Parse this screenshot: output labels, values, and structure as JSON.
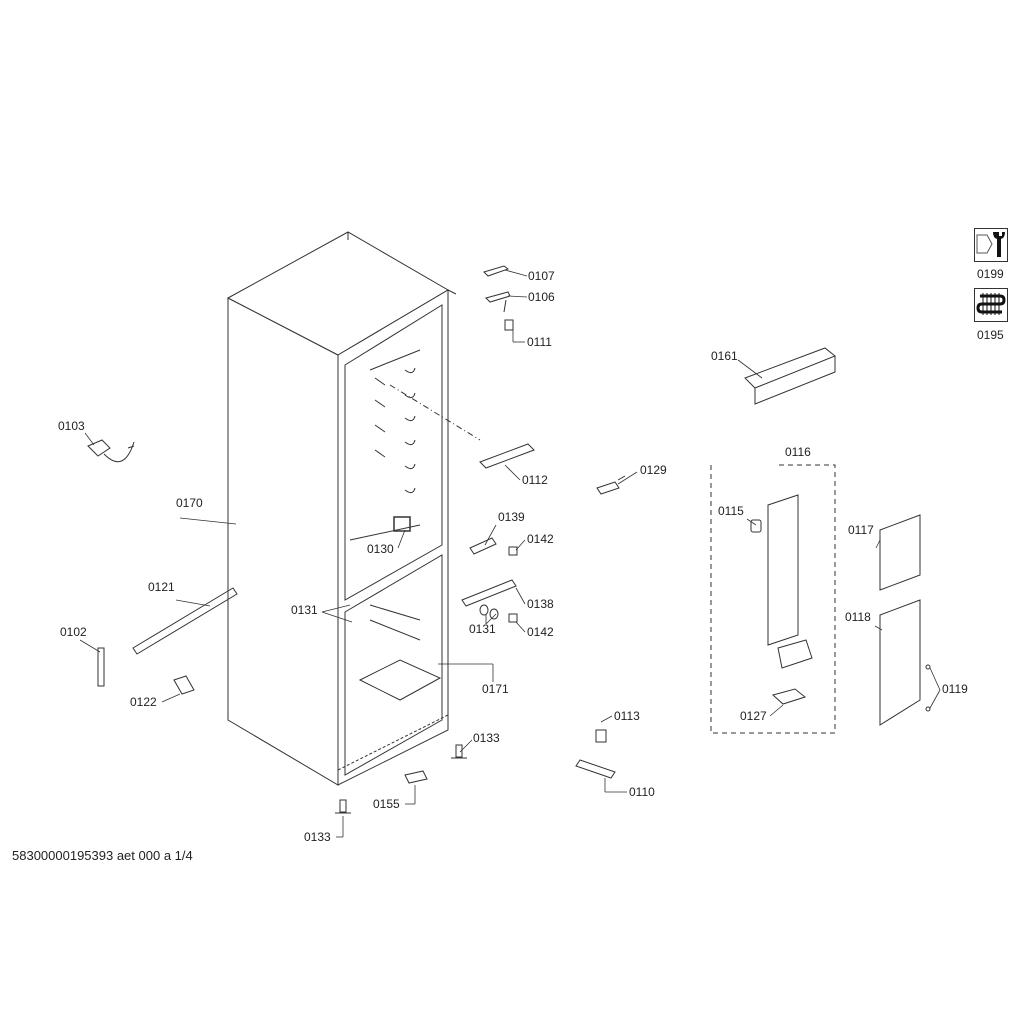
{
  "footer": "58300000195393 aet 000 a 1/4",
  "icons": [
    {
      "name": "tools-icon",
      "label": "0199"
    },
    {
      "name": "heater-coil-icon",
      "label": "0195"
    }
  ],
  "parts": [
    "0107",
    "0106",
    "0111",
    "0161",
    "0103",
    "0112",
    "0129",
    "0116",
    "0170",
    "0139",
    "0115",
    "0117",
    "0142",
    "0130",
    "0121",
    "0138",
    "0131",
    "0131",
    "0142",
    "0118",
    "0102",
    "0171",
    "0119",
    "0122",
    "0127",
    "0113",
    "0133",
    "0110",
    "0155",
    "0133"
  ]
}
